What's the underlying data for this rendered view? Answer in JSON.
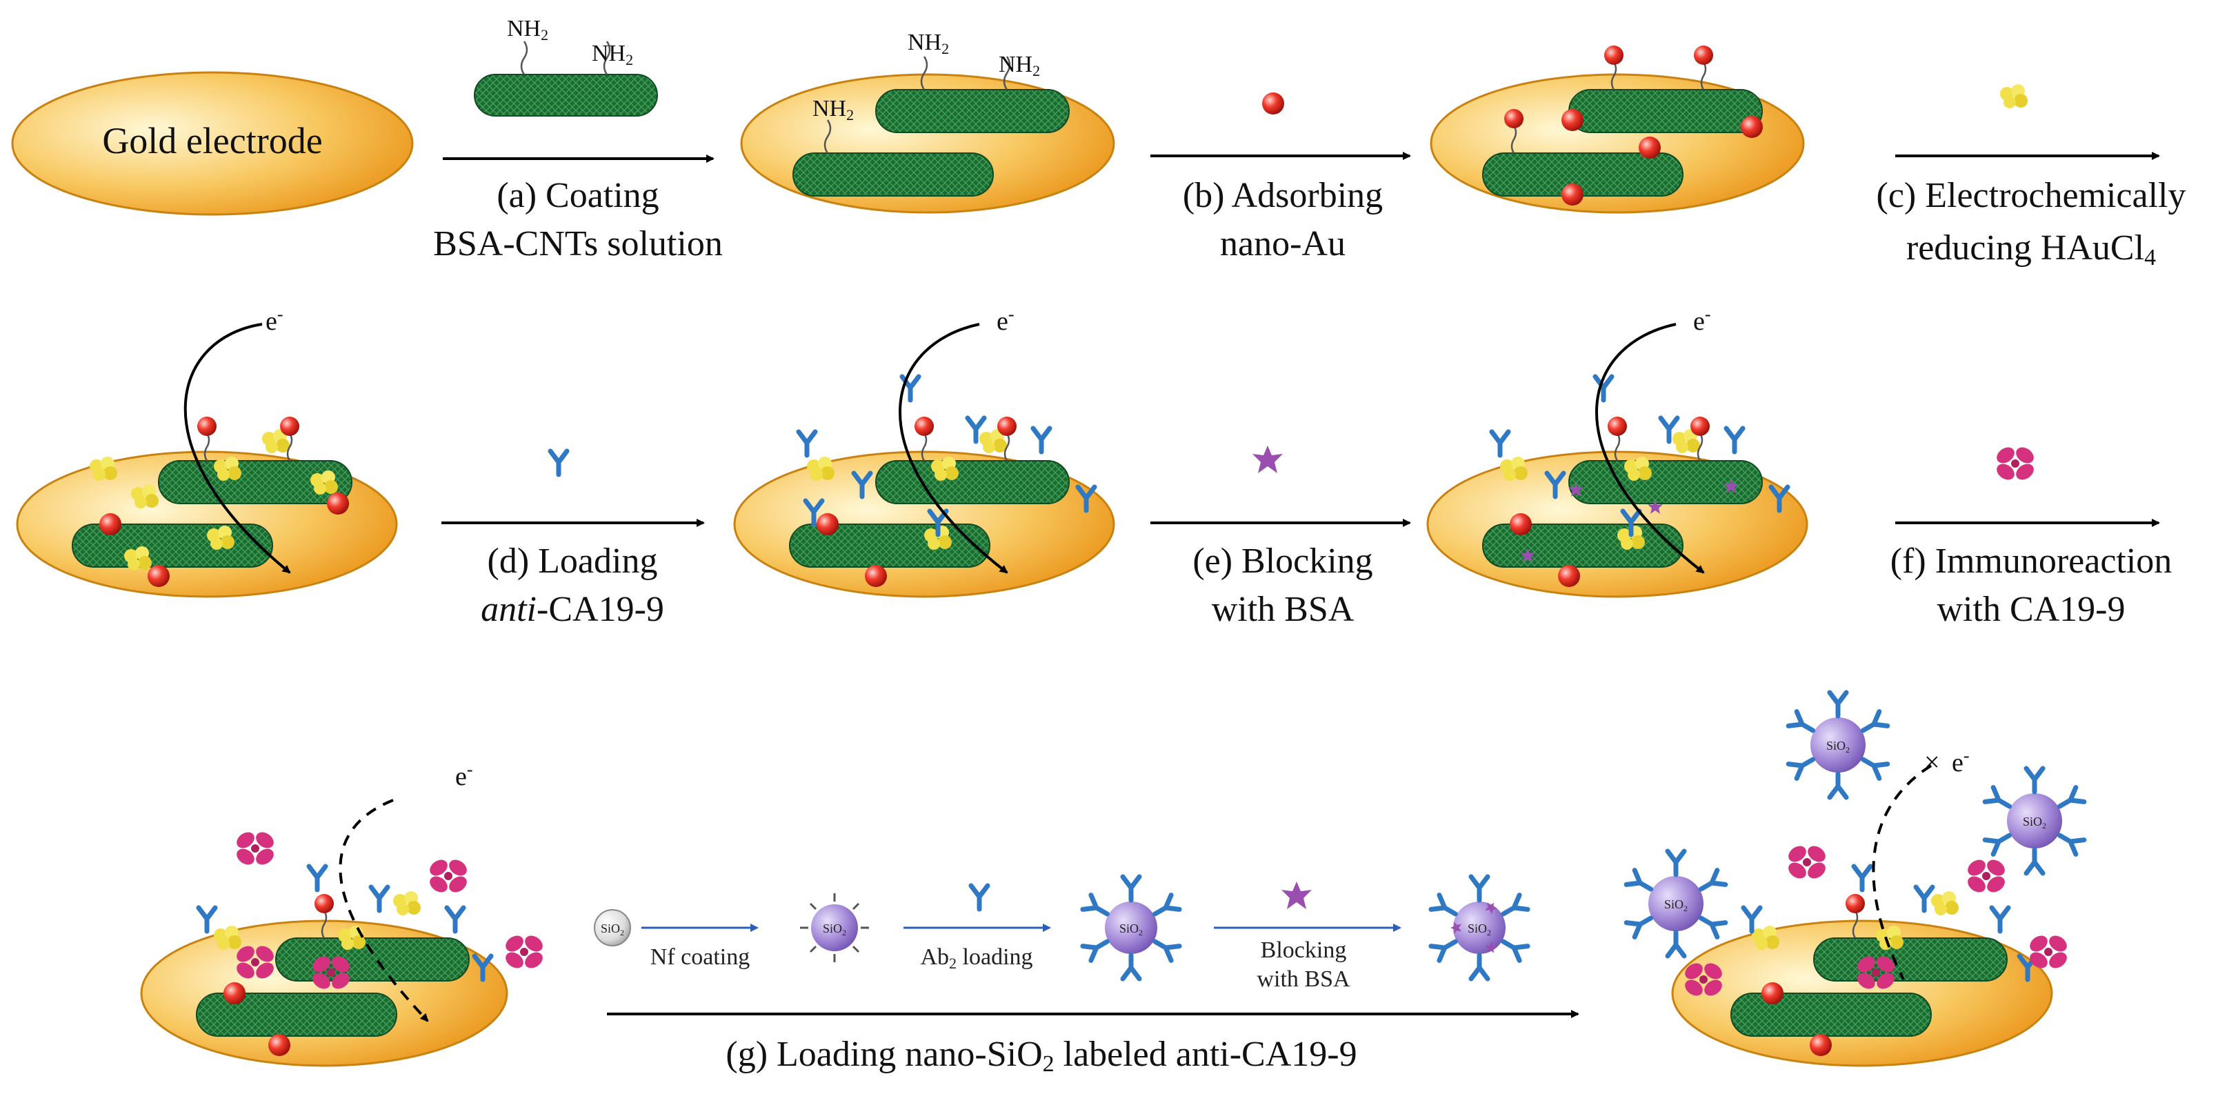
{
  "labels": {
    "gold_electrode": "Gold electrode",
    "nh2": "NH",
    "nh2_sub": "2",
    "electron": "e",
    "electron_sup": "-",
    "cross": "×",
    "sio2": "SiO",
    "sio2_sub": "2"
  },
  "steps": {
    "a": {
      "line1": "(a) Coating",
      "line2": "BSA-CNTs solution"
    },
    "b": {
      "line1": "(b) Adsorbing",
      "line2": "nano-Au"
    },
    "c": {
      "line1": "(c) Electrochemically",
      "line2_pre": "reducing HAuCl",
      "line2_sub": "4"
    },
    "d": {
      "line1": "(d) Loading",
      "line2_italic": "anti",
      "line2_rest": "-CA19-9"
    },
    "e": {
      "line1": "(e) Blocking",
      "line2": "with BSA"
    },
    "f": {
      "line1": "(f) Immunoreaction",
      "line2": "with CA19-9"
    },
    "g": {
      "pre": "(g) Loading nano-SiO",
      "sub": "2",
      "post": " labeled anti-CA19-9"
    }
  },
  "substeps": {
    "nf": "Nf coating",
    "ab_pre": "Ab",
    "ab_sub": "2",
    "ab_post": " loading",
    "block1": "Blocking",
    "block2": "with BSA"
  },
  "colors": {
    "electrode_light": "#fff6c8",
    "electrode_dark": "#f2a020",
    "cnt": "#1f6b35",
    "nano_au": "#e8231d",
    "hauc_cluster": "#f1e04a",
    "antibody": "#2f78c4",
    "bsa": "#9a4fb0",
    "ca199": "#d6317f",
    "sio2_sphere": "#9d86d4",
    "arrow_black": "#000000",
    "arrow_blue": "#2d5fb8"
  }
}
